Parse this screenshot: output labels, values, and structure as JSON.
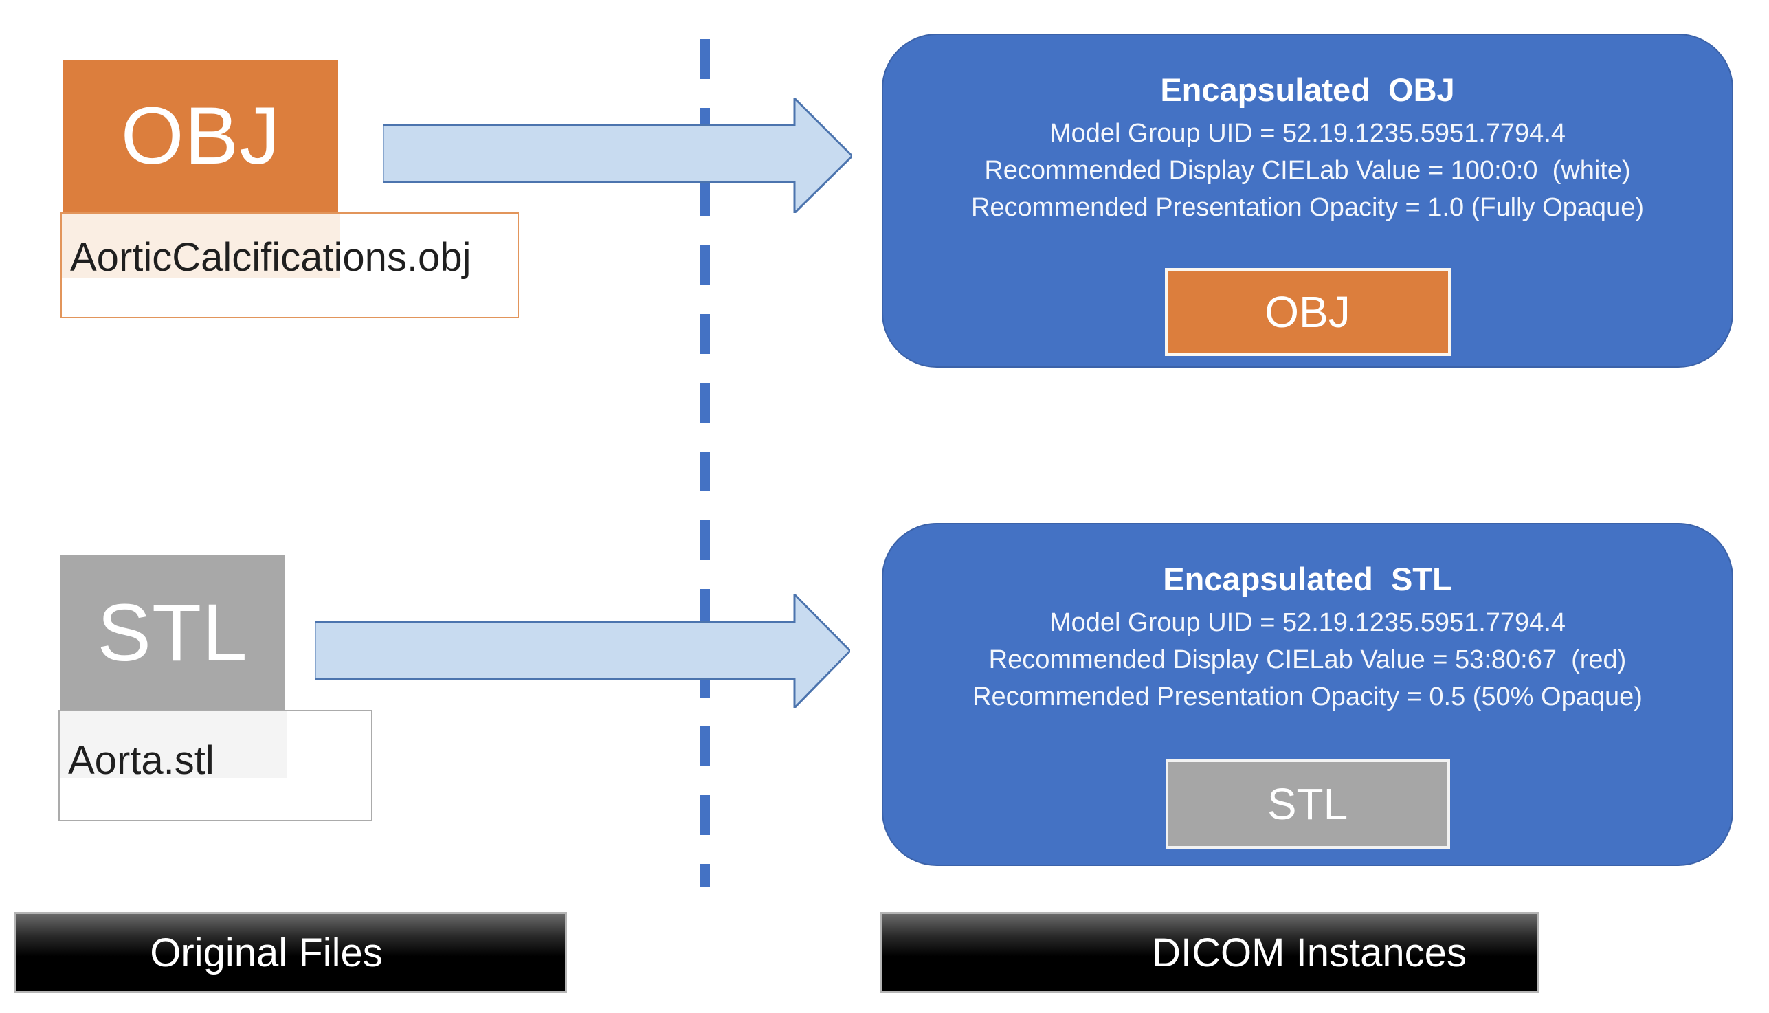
{
  "diagram": {
    "left": {
      "files": [
        {
          "icon_label": "OBJ",
          "file_name": "AorticCalcifications.obj",
          "icon_color": "#DC7E3D",
          "label_border_color": "#E2955B"
        },
        {
          "icon_label": "STL",
          "file_name": "Aorta.stl",
          "icon_color": "#A8A8A8",
          "label_border_color": "#ABABAB"
        }
      ],
      "caption": "Original Files"
    },
    "right": {
      "cards": [
        {
          "title": "Encapsulated  OBJ",
          "lines": [
            "Model Group UID = 52.19.1235.5951.7794.4",
            "Recommended Display CIELab Value = 100:0:0  (white)",
            "Recommended Presentation Opacity = 1.0 (Fully Opaque)"
          ],
          "chip_label": "OBJ",
          "chip_color": "#DC7E3D"
        },
        {
          "title": "Encapsulated  STL",
          "lines": [
            "Model Group UID = 52.19.1235.5951.7794.4",
            "Recommended Display CIELab Value = 53:80:67  (red)",
            "Recommended Presentation Opacity = 0.5 (50% Opaque)"
          ],
          "chip_label": "STL",
          "chip_color": "#A6A6A6"
        }
      ],
      "caption": "DICOM Instances"
    },
    "colors": {
      "card_blue": "#4472C4",
      "card_border": "#3B62A9",
      "arrow_fill": "#C8DBF0",
      "arrow_border": "#4C74AE",
      "dash_blue": "#4472C4",
      "obj_orange": "#DC7E3D",
      "stl_gray": "#A8A8A8",
      "caption_bg": "#000000",
      "caption_border": "#B5B5B5",
      "caption_text": "#FFFFFF"
    }
  }
}
